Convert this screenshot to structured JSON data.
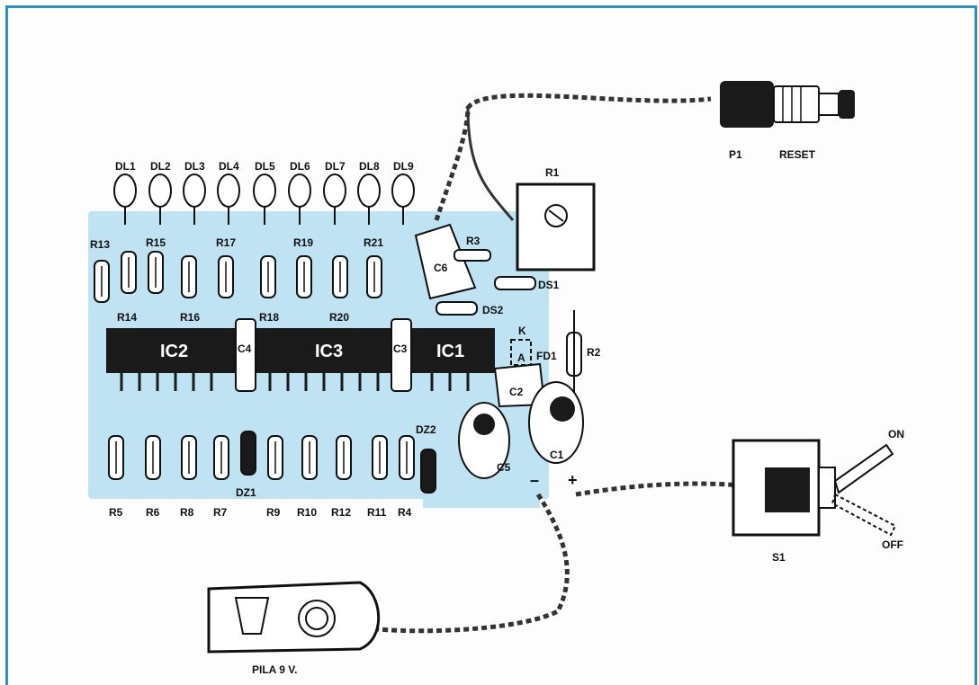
{
  "labels": {
    "leds": [
      "DL1",
      "DL2",
      "DL3",
      "DL4",
      "DL5",
      "DL6",
      "DL7",
      "DL8",
      "DL9"
    ],
    "top_resistors": [
      "R13",
      "R15",
      "R17",
      "R19",
      "R21"
    ],
    "mid_resistors": [
      "R14",
      "R16",
      "R18",
      "R20"
    ],
    "bottom_resistors": [
      "R5",
      "R6",
      "R8",
      "R7",
      "R9",
      "R10",
      "R12",
      "R11",
      "R4"
    ],
    "dz1": "DZ1",
    "dz2": "DZ2",
    "ic2": "IC2",
    "ic3": "IC3",
    "ic1": "IC1",
    "c4": "C4",
    "c3": "C3",
    "c6": "C6",
    "c2": "C2",
    "c5": "C5",
    "c1": "C1",
    "r1": "R1",
    "r2": "R2",
    "r3": "R3",
    "ds1": "DS1",
    "ds2": "DS2",
    "fd1": "FD1",
    "fd1_k": "K",
    "fd1_a": "A",
    "minus": "–",
    "plus": "+",
    "p1": "P1",
    "reset": "RESET",
    "on": "ON",
    "off": "OFF",
    "s1": "S1",
    "battery": "PILA  9 V."
  },
  "colors": {
    "border": "#2f8fb8",
    "pcb": "#bfe3f2",
    "component": "#1a1a1a"
  }
}
